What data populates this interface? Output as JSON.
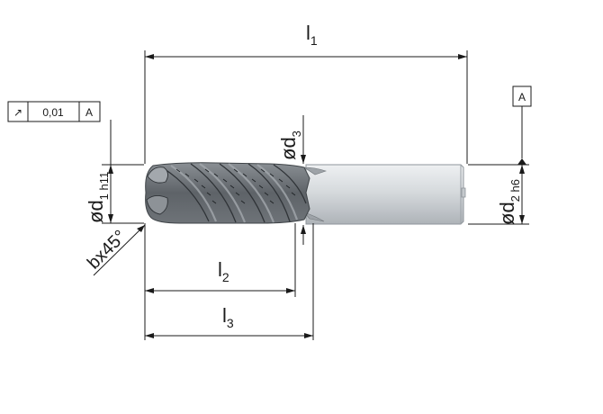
{
  "dimensions": {
    "l1": {
      "main": "l",
      "sub": "1"
    },
    "l2": {
      "main": "l",
      "sub": "2"
    },
    "l3": {
      "main": "l",
      "sub": "3"
    },
    "d1": {
      "main": "ød",
      "sub": "1 h11"
    },
    "d2": {
      "main": "ød",
      "sub": "2 h6"
    },
    "d3": {
      "main": "ød",
      "sub": "3"
    },
    "chamfer": "bx45°"
  },
  "tolerance_frame": {
    "symbol": "↗",
    "value": "0,01",
    "datum": "A"
  },
  "datum_label": "A",
  "colors": {
    "line": "#1a1a1a",
    "cutter_dark": "#4d5257",
    "cutter_mid": "#7b8085",
    "shank_light": "#d4d8dc",
    "shank_edge": "#8f959b"
  }
}
